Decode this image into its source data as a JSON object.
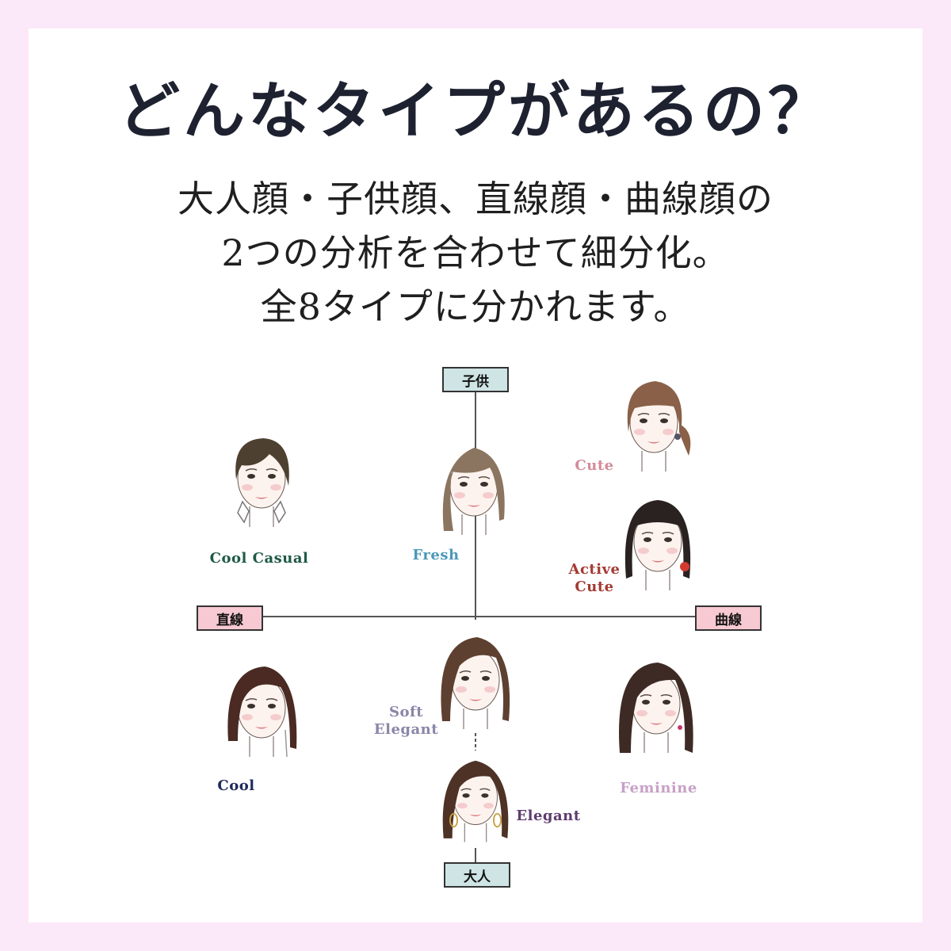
{
  "header": {
    "title": "どんなタイプがあるの？",
    "subtitle_lines": [
      "大人顔・子供顔、直線顔・曲線顔の",
      "2つの分析を合わせて細分化。",
      "全8タイプに分かれます。"
    ]
  },
  "axes": {
    "top": "子供",
    "bottom": "大人",
    "left": "直線",
    "right": "曲線"
  },
  "colors": {
    "border": "#fbe8f8",
    "axis_tag_vertical": "#cfe4e4",
    "axis_tag_horizontal": "#f7c9d2",
    "title": "#1e2230"
  },
  "types": [
    {
      "name": "Cool Casual",
      "color": "#1f5a45"
    },
    {
      "name": "Fresh",
      "color": "#4b98b8"
    },
    {
      "name": "Cute",
      "color": "#d38c9a"
    },
    {
      "name": "Active Cute",
      "line1": "Active",
      "line2": "Cute",
      "color": "#a33a33"
    },
    {
      "name": "Soft Elegant",
      "line1": "Soft",
      "line2": "Elegant",
      "color": "#8a86a8"
    },
    {
      "name": "Cool",
      "color": "#1e2a5a"
    },
    {
      "name": "Elegant",
      "color": "#5e3c6e"
    },
    {
      "name": "Feminine",
      "color": "#c7a0c6"
    }
  ]
}
